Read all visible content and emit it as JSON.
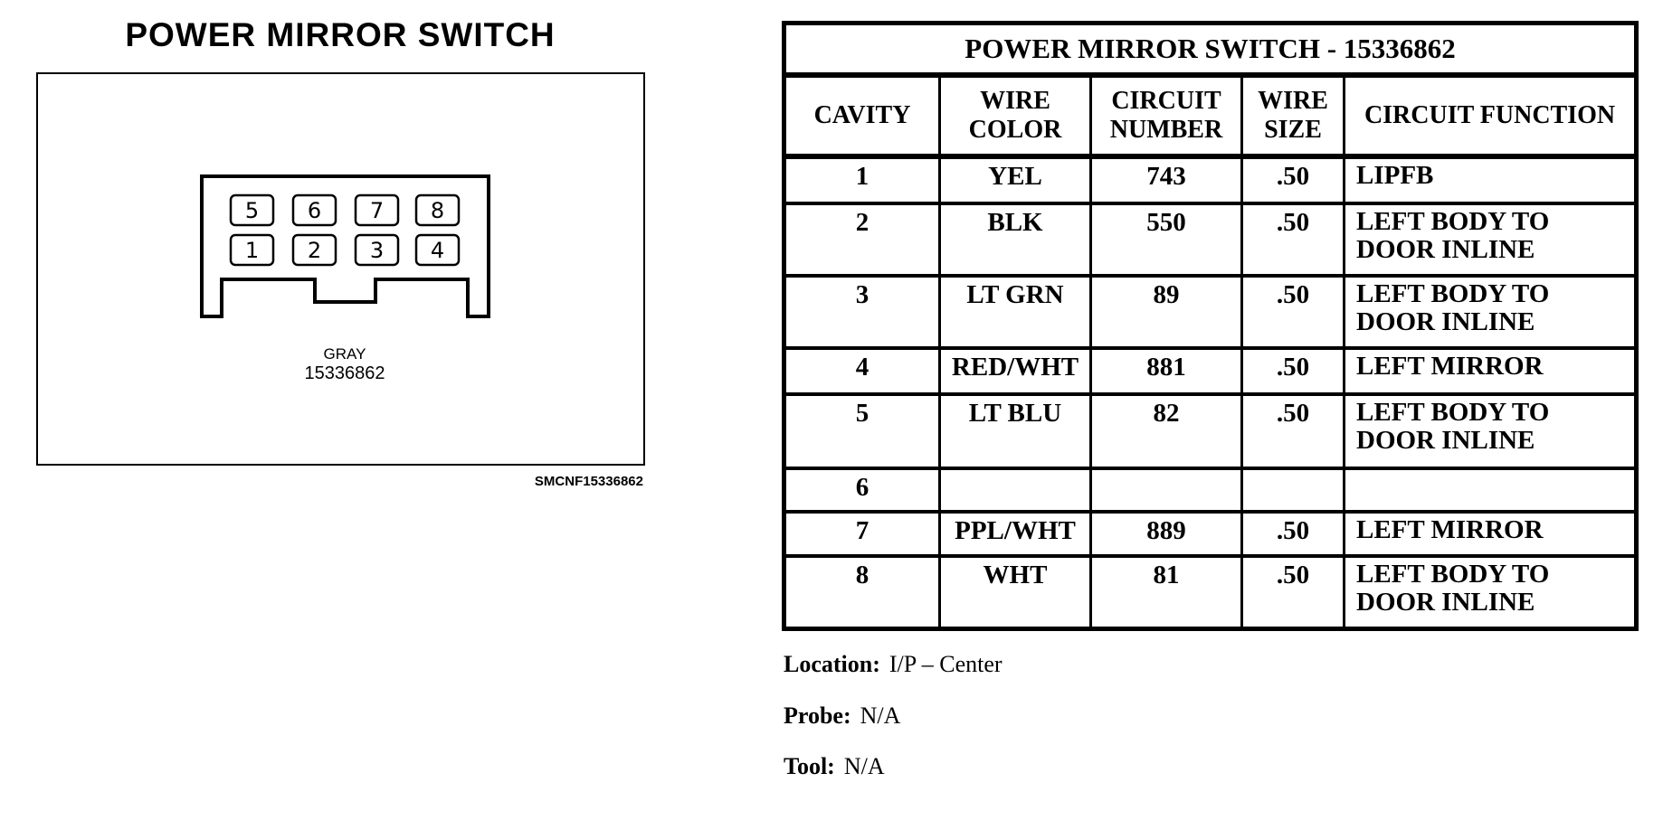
{
  "left_panel": {
    "title": "POWER MIRROR SWITCH",
    "connector": {
      "pins_top": [
        "5",
        "6",
        "7",
        "8"
      ],
      "pins_bottom": [
        "1",
        "2",
        "3",
        "4"
      ],
      "color_label": "GRAY",
      "part_number": "15336862"
    },
    "footnote": "SMCNF15336862"
  },
  "table": {
    "title": "POWER MIRROR SWITCH - 15336862",
    "columns": {
      "cavity": "CAVITY",
      "wire_color": "WIRE COLOR",
      "circuit_number": "CIRCUIT NUMBER",
      "wire_size": "WIRE SIZE",
      "circuit_function": "CIRCUIT FUNCTION"
    },
    "rows": [
      {
        "cavity": "1",
        "wire_color": "YEL",
        "circuit_number": "743",
        "wire_size": ".50",
        "circuit_function": "LIPFB"
      },
      {
        "cavity": "2",
        "wire_color": "BLK",
        "circuit_number": "550",
        "wire_size": ".50",
        "circuit_function": "LEFT BODY TO DOOR INLINE"
      },
      {
        "cavity": "3",
        "wire_color": "LT GRN",
        "circuit_number": "89",
        "wire_size": ".50",
        "circuit_function": "LEFT BODY TO DOOR INLINE"
      },
      {
        "cavity": "4",
        "wire_color": "RED/WHT",
        "circuit_number": "881",
        "wire_size": ".50",
        "circuit_function": "LEFT MIRROR"
      },
      {
        "cavity": "5",
        "wire_color": "LT BLU",
        "circuit_number": "82",
        "wire_size": ".50",
        "circuit_function": "LEFT BODY TO DOOR INLINE"
      },
      {
        "cavity": "6",
        "wire_color": "",
        "circuit_number": "",
        "wire_size": "",
        "circuit_function": ""
      },
      {
        "cavity": "7",
        "wire_color": "PPL/WHT",
        "circuit_number": "889",
        "wire_size": ".50",
        "circuit_function": "LEFT MIRROR"
      },
      {
        "cavity": "8",
        "wire_color": "WHT",
        "circuit_number": "81",
        "wire_size": ".50",
        "circuit_function": "LEFT BODY TO DOOR INLINE"
      }
    ],
    "footer": {
      "location_label": "Location:",
      "location_value": "I/P – Center",
      "probe_label": "Probe:",
      "probe_value": "N/A",
      "tool_label": "Tool:",
      "tool_value": "N/A"
    }
  },
  "colors": {
    "ink": "#000000",
    "paper": "#ffffff"
  }
}
